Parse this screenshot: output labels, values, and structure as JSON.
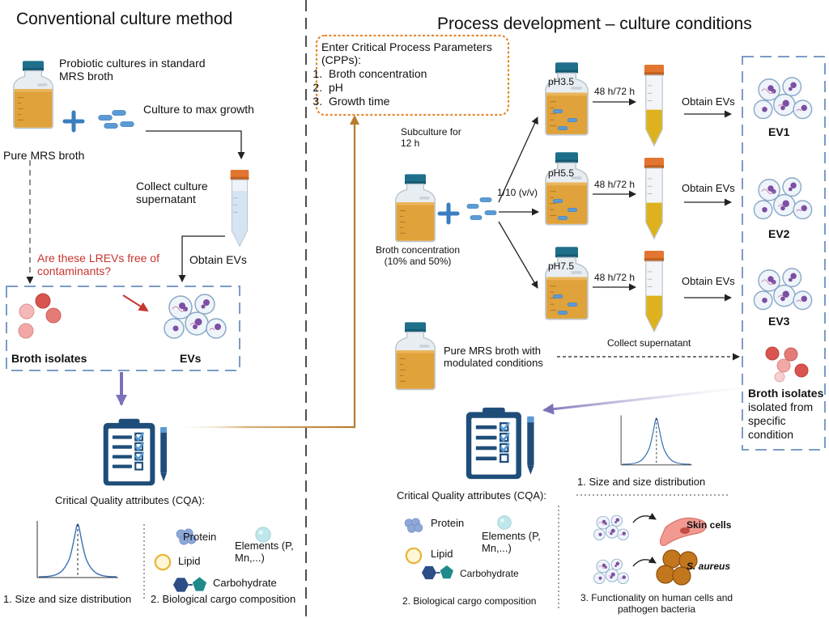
{
  "left": {
    "title": "Conventional culture method",
    "probiotic_label": "Probiotic cultures in standard MRS broth",
    "pure_mrs_label": "Pure MRS broth",
    "culture_max_label": "Culture to max growth",
    "collect_label": "Collect culture supernatant",
    "obtain_evs_label": "Obtain EVs",
    "question_label": "Are these LREVs free of contaminants?",
    "broth_isolates_label": "Broth isolates",
    "evs_label": "EVs",
    "cqa_title": "Critical Quality attributes (CQA):",
    "size_label": "1.  Size and size distribution",
    "cargo_label": "2. Biological cargo composition",
    "protein_label": "Protein",
    "lipid_label": "Lipid",
    "elements_label": "Elements (P, Mn,...)",
    "carbohydrate_label": "Carbohydrate"
  },
  "right": {
    "title": "Process development – culture conditions",
    "cpp_heading": "Enter Critical Process Parameters (CPPs):",
    "cpp_items": [
      "Broth concentration",
      "pH",
      "Growth time"
    ],
    "subculture_label": "Subculture for 12 h",
    "dilution_label": "1/10 (v/v)",
    "broth_conc_label": "Broth concentration (10% and 50%)",
    "ph_labels": [
      "pH3.5",
      "pH5.5",
      "pH7.5"
    ],
    "time_label": "48 h/72 h",
    "obtain_evs_label": "Obtain EVs",
    "ev_labels": [
      "EV1",
      "EV2",
      "EV3"
    ],
    "collect_supernatant_label": "Collect  supernatant",
    "pure_mrs_mod_label": "Pure MRS broth with modulated conditions",
    "broth_isolates_label": "Broth isolates",
    "broth_isolates_sub": "isolated from specific condition",
    "cqa_title": "Critical Quality attributes (CQA):",
    "size_label": "1.  Size and size distribution",
    "cargo_label": "2. Biological cargo composition",
    "function_label": "3. Functionality on human cells and pathogen bacteria",
    "protein_label": "Protein",
    "lipid_label": "Lipid",
    "elements_label": "Elements (P, Mn,...)",
    "carbohydrate_label": "Carbohydrate",
    "skin_cells_label": "Skin cells",
    "saureus_label": "S. aureus"
  },
  "colors": {
    "broth": "#e0a23a",
    "supernatant": "#ddb21e",
    "cap": "#e2752f",
    "bottle_cap": "#1f6f8b",
    "bacteria": "#5b9bd5",
    "question": "#c8342f",
    "dashed_box": "#7a9cc7",
    "cpp_border": "#e58a2f",
    "clipboard": "#1f4d7a",
    "arrow_purple": "#7a72b8",
    "arrow_brown": "#b77b2e",
    "isolates": "#d9534f"
  }
}
